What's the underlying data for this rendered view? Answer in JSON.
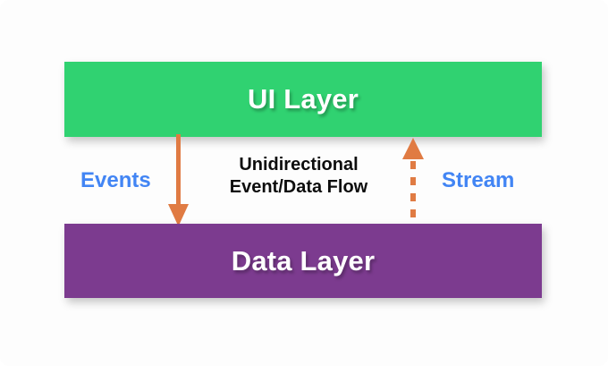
{
  "diagram": {
    "background_color": "#fdfdfd",
    "ui_layer": {
      "label": "UI Layer",
      "color": "#30d271",
      "text_color": "#ffffff"
    },
    "data_layer": {
      "label": "Data Layer",
      "color": "#7c3b8f",
      "text_color": "#ffffff"
    },
    "caption": {
      "line1": "Unidirectional",
      "line2": "Event/Data Flow",
      "color": "#0d0d0d"
    },
    "events_flow": {
      "label": "Events",
      "label_color": "#4285f4",
      "arrow_color": "#e07b43",
      "arrow_style": "solid",
      "direction": "down",
      "from": "UI Layer",
      "to": "Data Layer"
    },
    "stream_flow": {
      "label": "Stream",
      "label_color": "#4285f4",
      "arrow_color": "#e07b43",
      "arrow_style": "dashed",
      "direction": "up",
      "from": "Data Layer",
      "to": "UI Layer"
    }
  }
}
